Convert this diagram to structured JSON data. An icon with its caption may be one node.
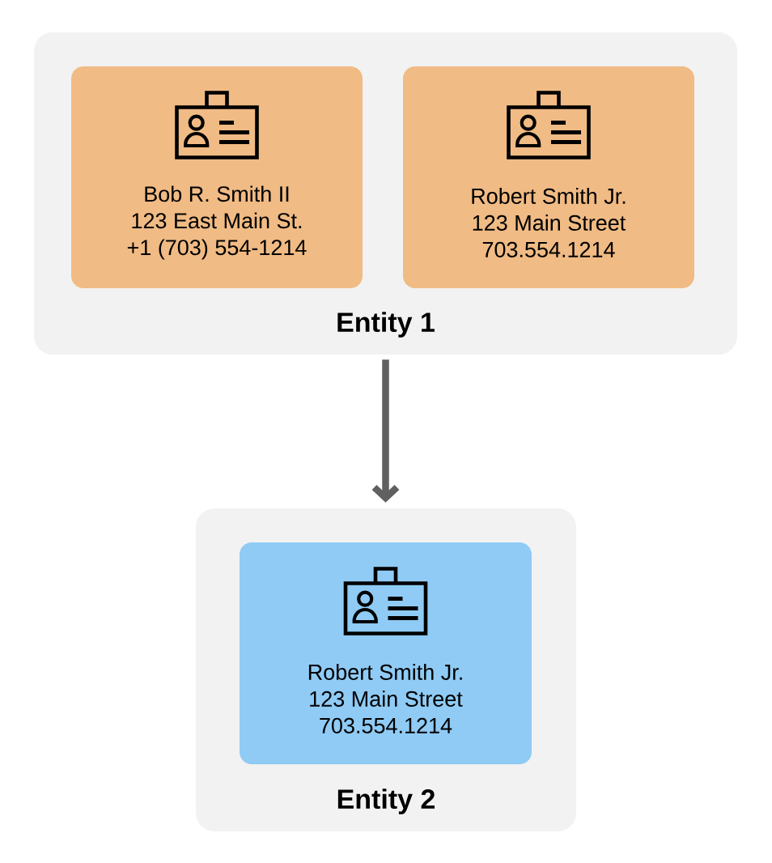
{
  "diagram": {
    "nodes": [
      {
        "text": [
          "Entity 1"
        ]
      },
      {
        "text": [
          "Bob R. Smith II",
          "123 East Main St.",
          "+1 (703) 554-1214"
        ],
        "in": 0
      },
      {
        "text": [
          "Robert Smith Jr.",
          "123 Main Street",
          "703.554.1214"
        ],
        "in": 0
      },
      {
        "text": [
          "Entity 2"
        ]
      },
      {
        "text": [
          "Robert Smith Jr.",
          "123 Main Street",
          "703.554.1214"
        ],
        "in": 3
      }
    ],
    "edges": [
      {
        "from": 0,
        "to": 3,
        "arrow": "to"
      }
    ]
  }
}
